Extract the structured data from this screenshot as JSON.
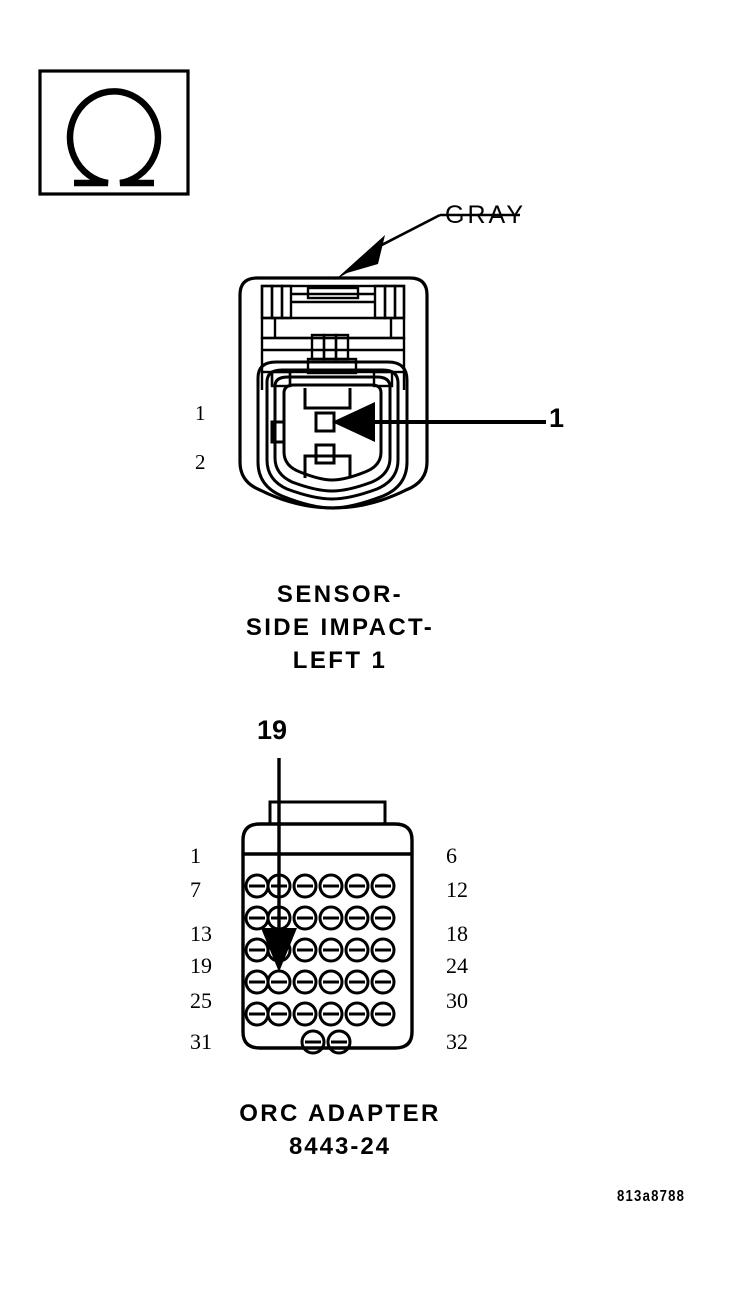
{
  "figure": {
    "id_code": "813a8788",
    "background_color": "#ffffff",
    "line_color": "#000000"
  },
  "ohm_symbol": {
    "icon": "ohm-symbol",
    "glyph": "Ω",
    "description": "resistance measurement symbol in box"
  },
  "callouts": {
    "wire_color_label": "GRAY",
    "sensor_pin_callout": "1",
    "orc_pin_callout": "19"
  },
  "sensor_connector": {
    "caption_lines": [
      "SENSOR-",
      "SIDE IMPACT-",
      "LEFT 1"
    ],
    "caption_full": "SENSOR-SIDE IMPACT-LEFT 1",
    "cavity_count": 2,
    "pin_numbers_left": [
      "1",
      "2"
    ],
    "terminals": [
      {
        "number": "1",
        "highlighted": true
      },
      {
        "number": "2",
        "highlighted": false
      }
    ]
  },
  "orc_connector": {
    "caption_lines": [
      "ORC ADAPTER",
      "8443-24"
    ],
    "name": "ORC ADAPTER",
    "part_number": "8443-24",
    "pin_numbers_left": [
      "1",
      "7",
      "13",
      "19",
      "25",
      "31"
    ],
    "pin_numbers_right": [
      "6",
      "12",
      "18",
      "24",
      "30",
      "32"
    ],
    "total_pins": 32,
    "grid": {
      "full_rows": 5,
      "columns": 6,
      "last_row_pins": 2
    },
    "highlighted_pin": "19"
  }
}
